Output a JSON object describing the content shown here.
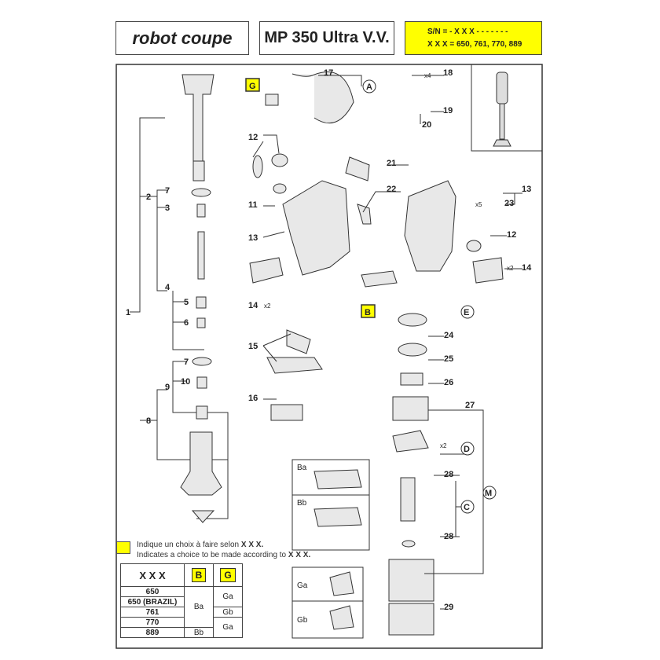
{
  "header": {
    "brand": "robot coupe",
    "model": "MP 350 Ultra V.V.",
    "serial_line": "S/N = - X X X - - - - - - -",
    "xxx_line": "X X X = 650, 761, 770, 889"
  },
  "callouts": {
    "c1": "1",
    "c2": "2",
    "c3": "3",
    "c4": "4",
    "c5": "5",
    "c6": "6",
    "c7a": "7",
    "c7b": "7",
    "c8": "8",
    "c9": "9",
    "c10": "10",
    "c11": "11",
    "c12a": "12",
    "c12b": "12",
    "c13a": "13",
    "c13b": "13",
    "c14a": "14",
    "c14b": "14",
    "c15": "15",
    "c16": "16",
    "c17": "17",
    "c18": "18",
    "c19": "19",
    "c20": "20",
    "c21": "21",
    "c22": "22",
    "c23": "23",
    "c24": "24",
    "c25": "25",
    "c26": "26",
    "c27": "27",
    "c28a": "28",
    "c28b": "28",
    "c29": "29"
  },
  "letters": {
    "A": "A",
    "B": "B",
    "C": "C",
    "D": "D",
    "E": "E",
    "G": "G",
    "M": "M"
  },
  "quantities": {
    "q18": "x4",
    "q23": "x5",
    "q14a": "x2",
    "q14b": "x2",
    "qD": "x2"
  },
  "variants": {
    "Ba": "Ba",
    "Bb": "Bb",
    "Ga": "Ga",
    "Gb": "Gb"
  },
  "legend": {
    "fr_text": "Indique un choix à faire selon",
    "en_text": "Indicates a choice to be made according to",
    "key": "X X X."
  },
  "table": {
    "headers": [
      "X X X",
      "B",
      "G"
    ],
    "rows": [
      "650",
      "650 (BRAZIL)",
      "761",
      "770",
      "889"
    ],
    "b_values": [
      "Ba",
      "Bb"
    ],
    "g_values": [
      "Ga",
      "Gb",
      "Ga"
    ]
  },
  "colors": {
    "highlight": "#ffff00"
  }
}
